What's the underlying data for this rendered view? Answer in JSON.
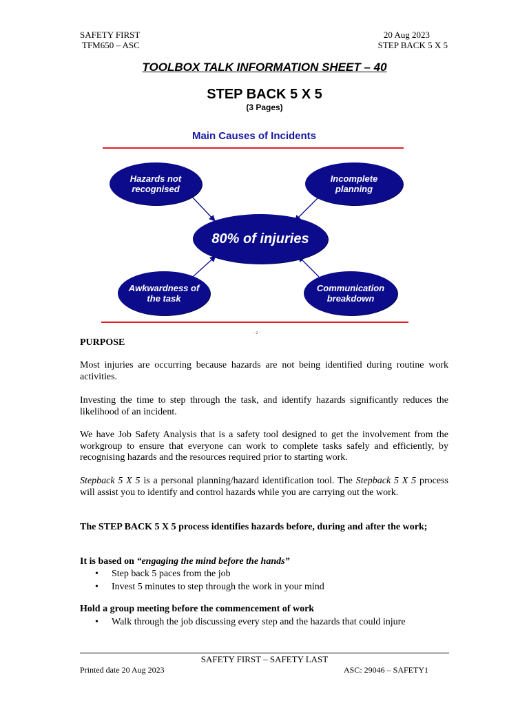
{
  "header": {
    "left_line1": "SAFETY FIRST",
    "left_line2": "TFM650 – ASC",
    "right_line1": "20 Aug 2023",
    "right_line2": "STEP BACK 5 X 5"
  },
  "doc_title": "TOOLBOX TALK INFORMATION SHEET – 40",
  "main_title": "STEP BACK 5 X 5",
  "pages_note": "(3 Pages)",
  "diagram": {
    "title": "Main Causes of Incidents",
    "center": "80% of injuries",
    "top_left": "Hazards not recognised",
    "top_right": "Incomplete planning",
    "bottom_left": "Awkwardness of the task",
    "bottom_right": "Communication breakdown",
    "page_marker": "- 2 -",
    "colors": {
      "ellipse": "#0b0b8c",
      "title": "#1a1aa0",
      "rule": "#e02020"
    }
  },
  "purpose": {
    "heading": "PURPOSE",
    "p1": "Most injuries are occurring because hazards are not being identified during routine work activities.",
    "p2": "Investing the time to step through the task, and identify hazards significantly reduces the likelihood of an incident.",
    "p3": "We have Job Safety Analysis that is a safety tool designed to get the involvement from the workgroup to ensure that everyone can work to complete tasks safely and efficiently, by recognising hazards and the resources required prior to starting work.",
    "p4_italic1": "Stepback 5 X 5",
    "p4_mid": " is a personal planning/hazard identification tool.  The ",
    "p4_italic2": "Stepback 5 X 5",
    "p4_end": " process will assist you to identify and control hazards while you are carrying out the work.",
    "bold_statement": "The STEP BACK 5 X 5 process identifies hazards before, during and after the work;",
    "based_on_prefix": "It is based on ",
    "based_on_quote": "“engaging the mind before the hands”",
    "based_on_items": [
      "Step back 5 paces from the job",
      "Invest 5 minutes to step through the work in your mind"
    ],
    "group_heading": "Hold a group meeting before the commencement of work",
    "group_items": [
      "Walk through the job discussing every step and the hazards that could injure"
    ]
  },
  "footer": {
    "center": "SAFETY FIRST – SAFETY LAST",
    "left": "Printed date 20 Aug 2023",
    "right": "ASC: 29046 – SAFETY1"
  }
}
